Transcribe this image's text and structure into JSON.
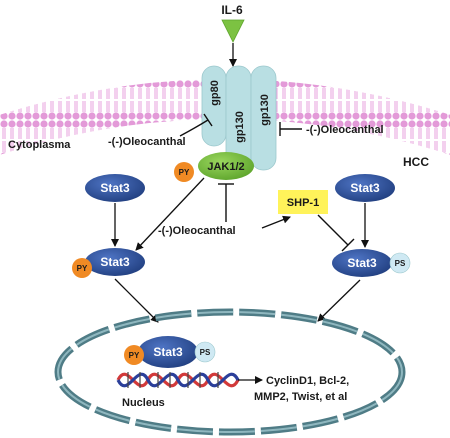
{
  "labels": {
    "il6": "IL-6",
    "gp80": "gp80",
    "gp130_a": "gp130",
    "gp130_b": "gp130",
    "cytoplasma": "Cytoplasma",
    "oleocanthal_membrane": "-(-)Oleocanthal",
    "oleocanthal_right": "-(-)Oleocanthal",
    "oleocanthal_center": "-(-)Oleocanthal",
    "hcc": "HCC",
    "jak": "JAK1/2",
    "shp1": "SHP-1",
    "stat3_top_left": "Stat3",
    "stat3_top_right": "Stat3",
    "stat3_mid_left": "Stat3",
    "stat3_mid_right": "Stat3",
    "stat3_nucleus": "Stat3",
    "py_jak": "PY",
    "py_mid": "PY",
    "py_nucleus": "PY",
    "ps_mid": "PS",
    "ps_nucleus": "PS",
    "nucleus": "Nucleus",
    "targets_line1": "CyclinD1, Bcl-2,",
    "targets_line2": "MMP2, Twist, et al"
  },
  "colors": {
    "stat3": "#2f55a4",
    "jak": "#7cc242",
    "shp1": "#fff35a",
    "py": "#f08a24",
    "ps": "#cfe9f3",
    "receptor": "#b9dfe3",
    "membrane": "#e7a2dc",
    "il6": "#7cc242",
    "nucleus": "#5a8a95"
  }
}
